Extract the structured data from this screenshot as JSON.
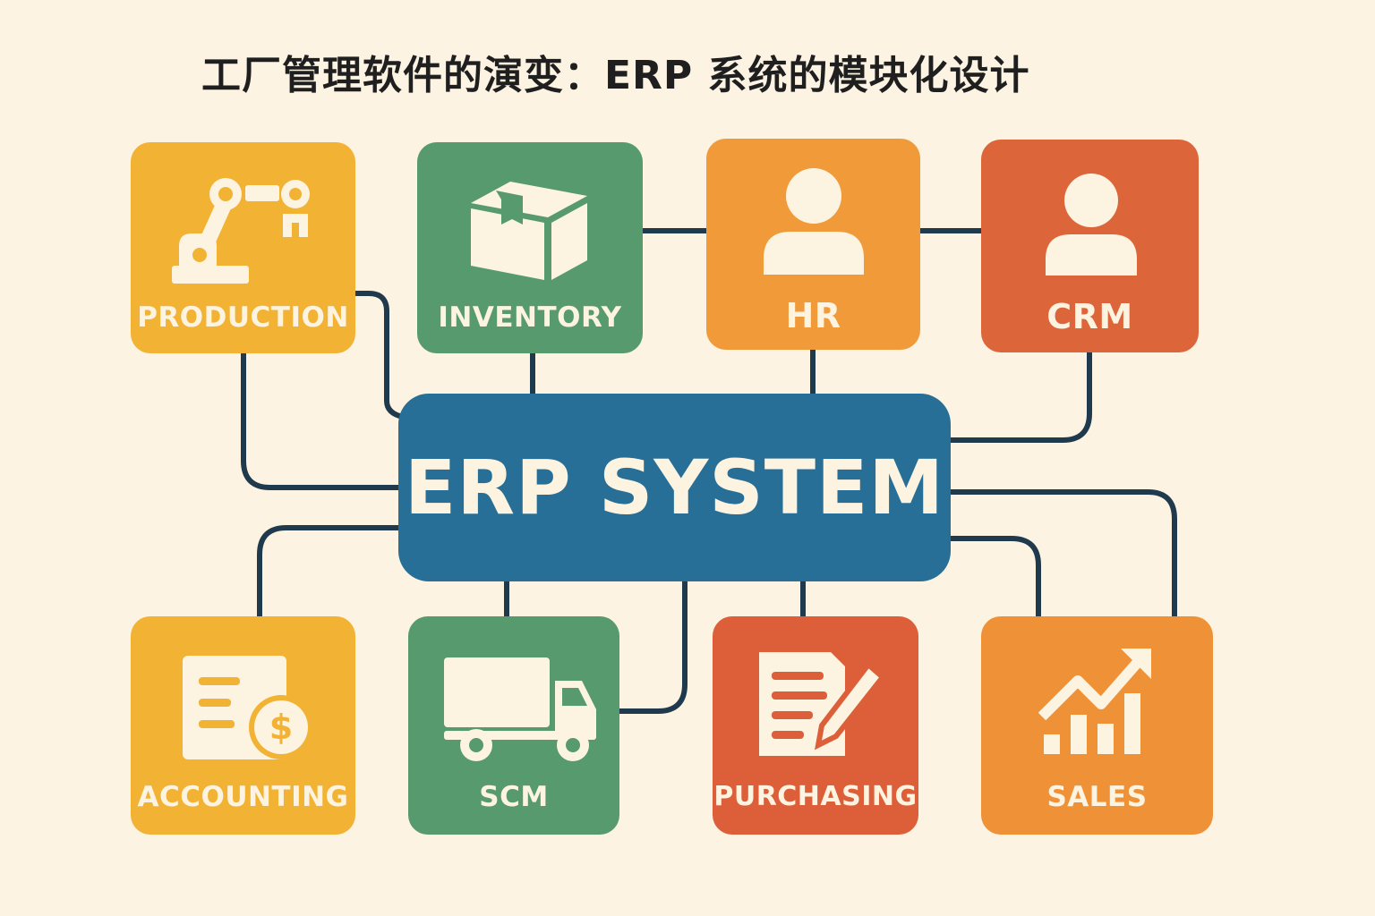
{
  "title": "工厂管理软件的演变：ERP 系统的模块化设计",
  "center": {
    "label": "ERP SYSTEM",
    "color": "#276f97"
  },
  "modules": {
    "production": {
      "label": "PRODUCTION",
      "icon": "robot-arm-icon",
      "color": "#f2b233"
    },
    "inventory": {
      "label": "INVENTORY",
      "icon": "box-icon",
      "color": "#569a6e"
    },
    "hr": {
      "label": "HR",
      "icon": "person-icon",
      "color": "#f09a3a"
    },
    "crm": {
      "label": "CRM",
      "icon": "person-icon",
      "color": "#dc653a"
    },
    "accounting": {
      "label": "ACCOUNTING",
      "icon": "invoice-dollar-icon",
      "color": "#f2b233"
    },
    "scm": {
      "label": "SCM",
      "icon": "truck-icon",
      "color": "#569a6e"
    },
    "purchasing": {
      "label": "PURCHASING",
      "icon": "document-pencil-icon",
      "color": "#dc5f3a"
    },
    "sales": {
      "label": "SALES",
      "icon": "growth-chart-icon",
      "color": "#ef9137"
    }
  },
  "line_color": "#1f3a4c"
}
